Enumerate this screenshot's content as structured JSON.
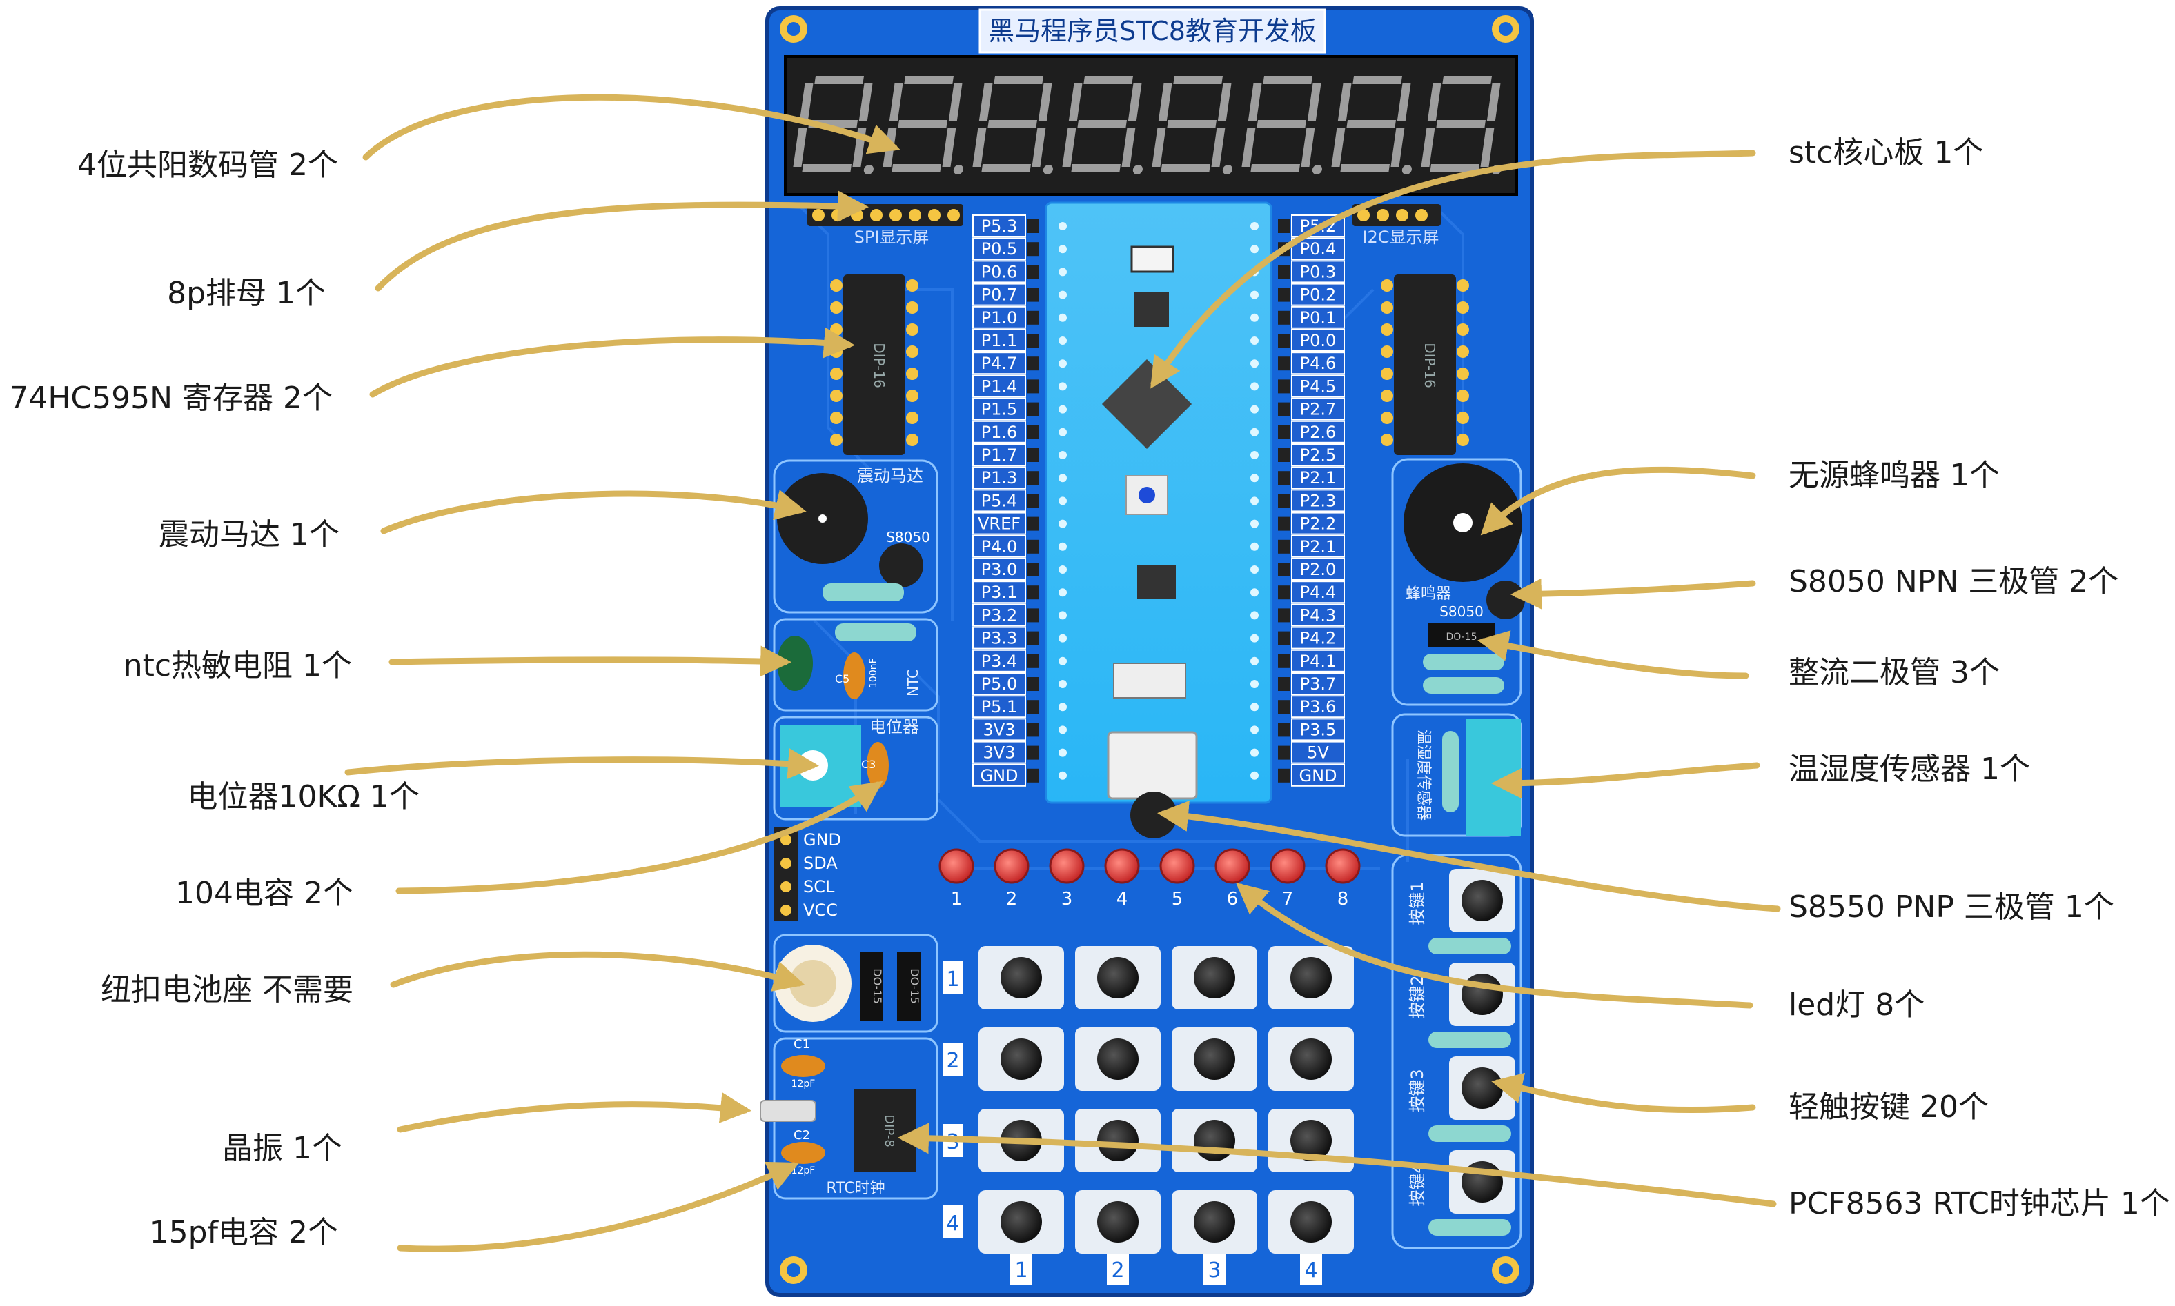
{
  "board": {
    "title": "黑马程序员STC8教育开发板",
    "spi_label": "SPI显示屏",
    "i2c_label": "I2C显示屏",
    "left_pins": [
      "P5.3",
      "P0.5",
      "P0.6",
      "P0.7",
      "P1.0",
      "P1.1",
      "P4.7",
      "P1.4",
      "P1.5",
      "P1.6",
      "P1.7",
      "P1.3",
      "P5.4",
      "VREF",
      "P4.0",
      "P3.0",
      "P3.1",
      "P3.2",
      "P3.3",
      "P3.4",
      "P5.0",
      "P5.1",
      "3V3",
      "3V3",
      "GND"
    ],
    "right_pins": [
      "P5.2",
      "P0.4",
      "P0.3",
      "P0.2",
      "P0.1",
      "P0.0",
      "P4.6",
      "P4.5",
      "P2.7",
      "P2.6",
      "P2.5",
      "P2.1",
      "P2.3",
      "P2.2",
      "P2.1",
      "P2.0",
      "P4.4",
      "P4.3",
      "P4.2",
      "P4.1",
      "P3.7",
      "P3.6",
      "P3.5",
      "5V",
      "GND"
    ],
    "motor_label": "震动马达",
    "s8050_label": "S8050",
    "ntc_label": "NTC",
    "pot_label": "电位器",
    "cap_c5": "C5",
    "cap_c3": "C3",
    "cap_100nf": "100nF",
    "buzzer_label": "蜂鸣器",
    "s8050_label_right": "S8050",
    "diode_label": "DO-15",
    "humidity_label": "温湿度传感器",
    "i2c_pins": [
      "GND",
      "SDA",
      "SCL",
      "VCC"
    ],
    "led_numbers": [
      "1",
      "2",
      "3",
      "4",
      "5",
      "6",
      "7",
      "8"
    ],
    "key_labels": [
      "按键1",
      "按键2",
      "按键3",
      "按键4"
    ],
    "matrix_rows": [
      "1",
      "2",
      "3",
      "4"
    ],
    "matrix_cols": [
      "1",
      "2",
      "3",
      "4"
    ],
    "c1_label": "C1",
    "c2_label": "C2",
    "cap_12pf": "12pF",
    "rtc_label": "RTC时钟",
    "dip16": "DIP-16",
    "dip8": "DIP-8"
  },
  "callouts_left": [
    "4位共阳数码管 2个",
    "8p排母 1个",
    "74HC595N 寄存器 2个",
    "震动马达 1个",
    "ntc热敏电阻 1个",
    "电位器10KΩ 1个",
    "104电容 2个",
    "纽扣电池座 不需要",
    "晶振 1个",
    "15pf电容 2个"
  ],
  "callouts_right": [
    "stc核心板 1个",
    "无源蜂鸣器 1个",
    "S8050 NPN 三极管 2个",
    "整流二极管 3个",
    "温湿度传感器 1个",
    "S8550 PNP 三极管 1个",
    "led灯 8个",
    "轻触按键 20个",
    "PCF8563 RTC时钟芯片 1个"
  ],
  "colors": {
    "pcb_blue": "#1565d8",
    "pcb_dark": "#0d47a1",
    "core_cyan": "#29b6f6",
    "arrow_gold": "#d8b45a",
    "led_red": "#e53935",
    "display_black": "#1e1e1e",
    "pin_gold": "#f5c542"
  }
}
